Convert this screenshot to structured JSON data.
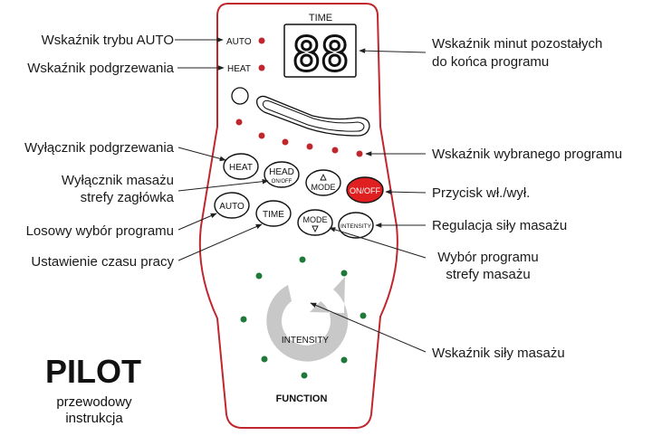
{
  "remote": {
    "time_label": "TIME",
    "display_value": "88",
    "auto_label": "AUTO",
    "heat_label": "HEAT",
    "function_label": "FUNCTION",
    "intensity_dial_label": "INTENSITY",
    "buttons": {
      "heat": "HEAT",
      "head_main": "HEAD",
      "head_sub": "ON/OFF",
      "mode_up": "MODE",
      "on_off": "ON/OFF",
      "auto": "AUTO",
      "time": "TIME",
      "mode_down": "MODE",
      "intensity": "INTENSITY"
    },
    "colors": {
      "outline": "#c0272d",
      "indicator_red": "#c0272d",
      "indicator_green": "#1f7a3a",
      "on_off_fill": "#e02020",
      "dial_gray": "#c8c8c8"
    }
  },
  "callouts": {
    "auto_mode": "Wskaźnik trybu AUTO",
    "heating": "Wskaźnik podgrzewania",
    "minutes_line1": "Wskaźnik minut pozostałych",
    "minutes_line2": "do końca programu",
    "heat_switch": "Wyłącznik podgrzewania",
    "head_line1": "Wyłącznik masażu",
    "head_line2": "strefy zagłówka",
    "random_program": "Losowy wybór programu",
    "work_time": "Ustawienie czasu pracy",
    "selected_program": "Wskaźnik wybranego programu",
    "power_button": "Przycisk wł./wył.",
    "intensity_adjust": "Regulacja siły masażu",
    "zone_line1": "Wybór programu",
    "zone_line2": "strefy masażu",
    "intensity_indicator": "Wskaźnik siły masażu"
  },
  "branding": {
    "title": "PILOT",
    "subtitle_line1": "przewodowy",
    "subtitle_line2": "instrukcja"
  }
}
